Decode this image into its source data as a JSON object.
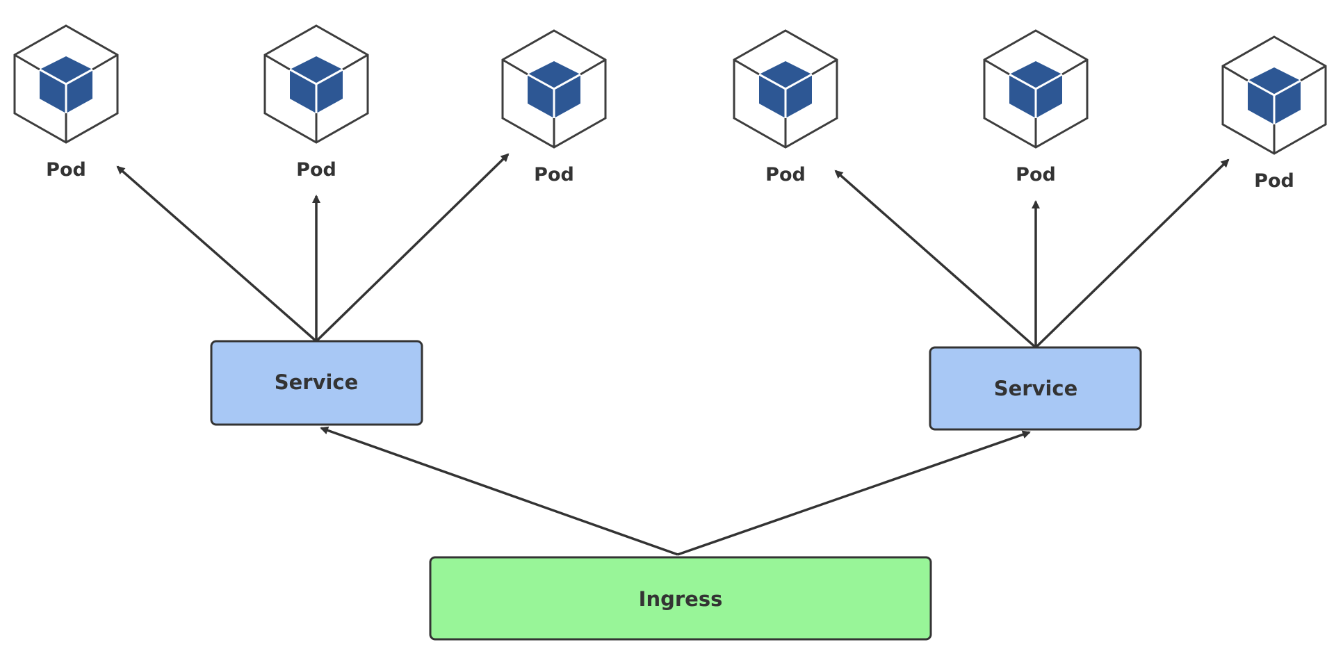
{
  "colors": {
    "pod_cube": "#2d5794",
    "pod_outline": "#3d3d3d",
    "service_fill": "#a8c8f5",
    "ingress_fill": "#98f598",
    "box_stroke": "#333333",
    "arrow": "#333333",
    "label": "#333333"
  },
  "icons": {
    "pod": "cube-icon"
  },
  "ingress": {
    "label": "Ingress"
  },
  "services": [
    {
      "label": "Service",
      "pods": [
        {
          "label": "Pod"
        },
        {
          "label": "Pod"
        },
        {
          "label": "Pod"
        }
      ]
    },
    {
      "label": "Service",
      "pods": [
        {
          "label": "Pod"
        },
        {
          "label": "Pod"
        },
        {
          "label": "Pod"
        }
      ]
    }
  ]
}
